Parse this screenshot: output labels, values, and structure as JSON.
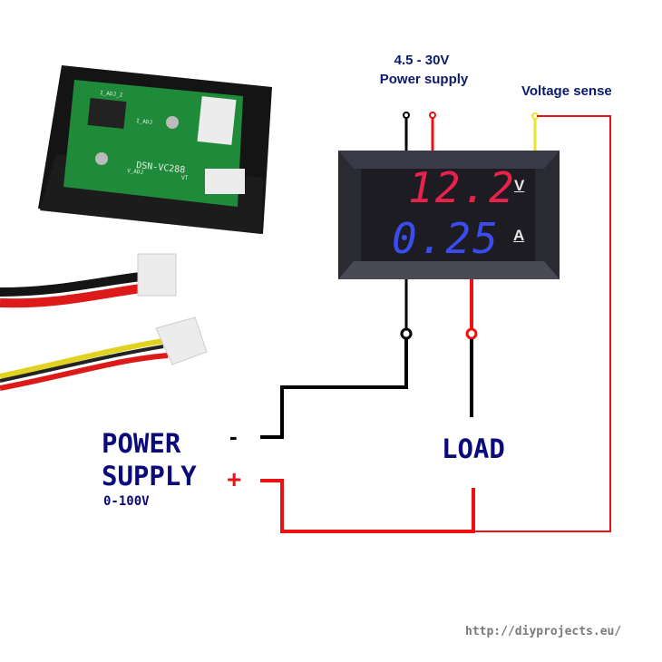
{
  "labels": {
    "supply_voltage": "4.5 - 30V",
    "supply_name": "Power supply",
    "voltage_sense": "Voltage sense",
    "power_supply_line1": "POWER",
    "power_supply_line2": "SUPPLY",
    "power_supply_range": "0-100V",
    "minus": "-",
    "plus": "+",
    "load": "LOAD",
    "url": "http://diyprojects.eu/"
  },
  "meter": {
    "voltage_reading": "12.2",
    "voltage_unit": "V",
    "current_reading": "0.25",
    "current_unit": "A",
    "voltage_color": "#e8224a",
    "current_color": "#3a4cf0"
  },
  "board": {
    "model": "DSN-VC288",
    "silkscreen": [
      "I_ADJ_2",
      "I_ADJ",
      "V_ADJ",
      "VT"
    ]
  },
  "colors": {
    "wire_black": "#000000",
    "wire_red": "#ee1111",
    "wire_yellow": "#e6e62a",
    "text_navy": "#0a0a7a"
  }
}
